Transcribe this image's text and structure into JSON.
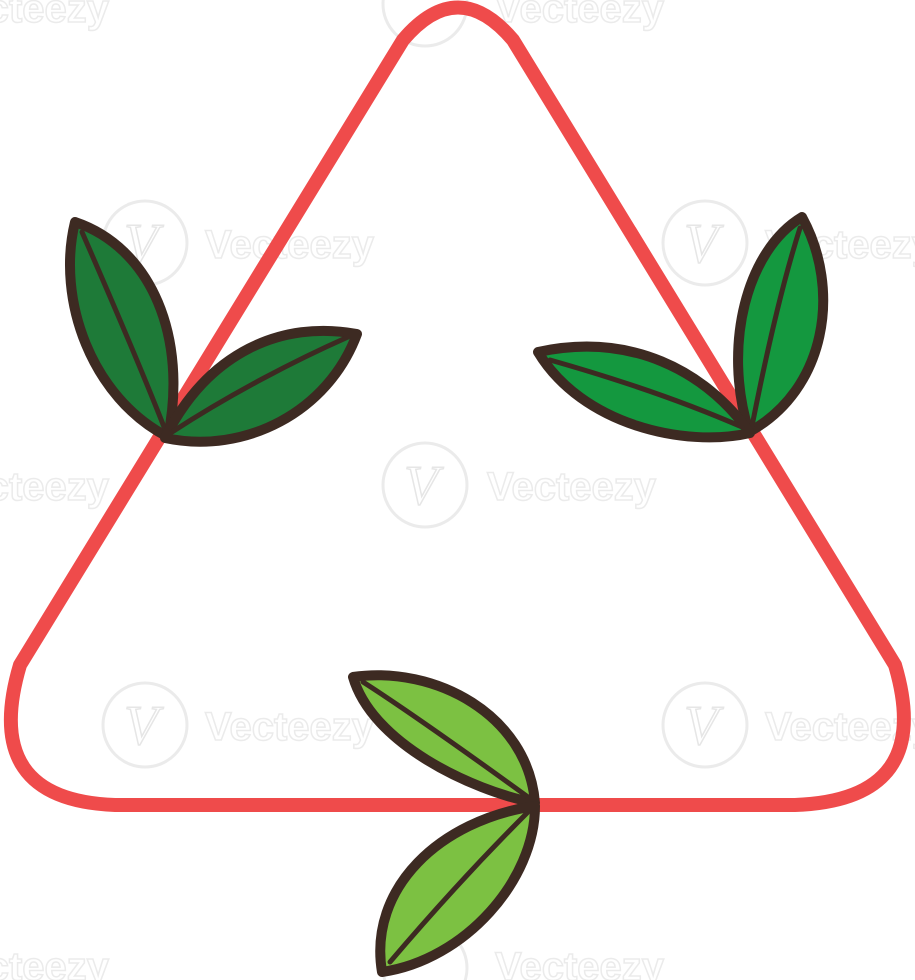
{
  "watermark": {
    "brand": "Vecteezy",
    "glyph": "V"
  },
  "colors": {
    "frame": "#EF4B4B",
    "outline": "#3D2A22",
    "leaf_dark": "#1E7A38",
    "leaf_mid": "#14983F",
    "leaf_light": "#7CC142",
    "background": "#FFFFFF"
  },
  "icon": {
    "name": "recycle-triangle-with-leaves",
    "frame_shape": "rounded-triangle",
    "leaf_clusters": [
      {
        "name": "left-leaf-cluster",
        "leaf_count": 2,
        "fill": "leaf_dark"
      },
      {
        "name": "right-leaf-cluster",
        "leaf_count": 2,
        "fill": "leaf_mid"
      },
      {
        "name": "bottom-leaf-cluster",
        "leaf_count": 2,
        "fill": "leaf_light"
      }
    ]
  }
}
